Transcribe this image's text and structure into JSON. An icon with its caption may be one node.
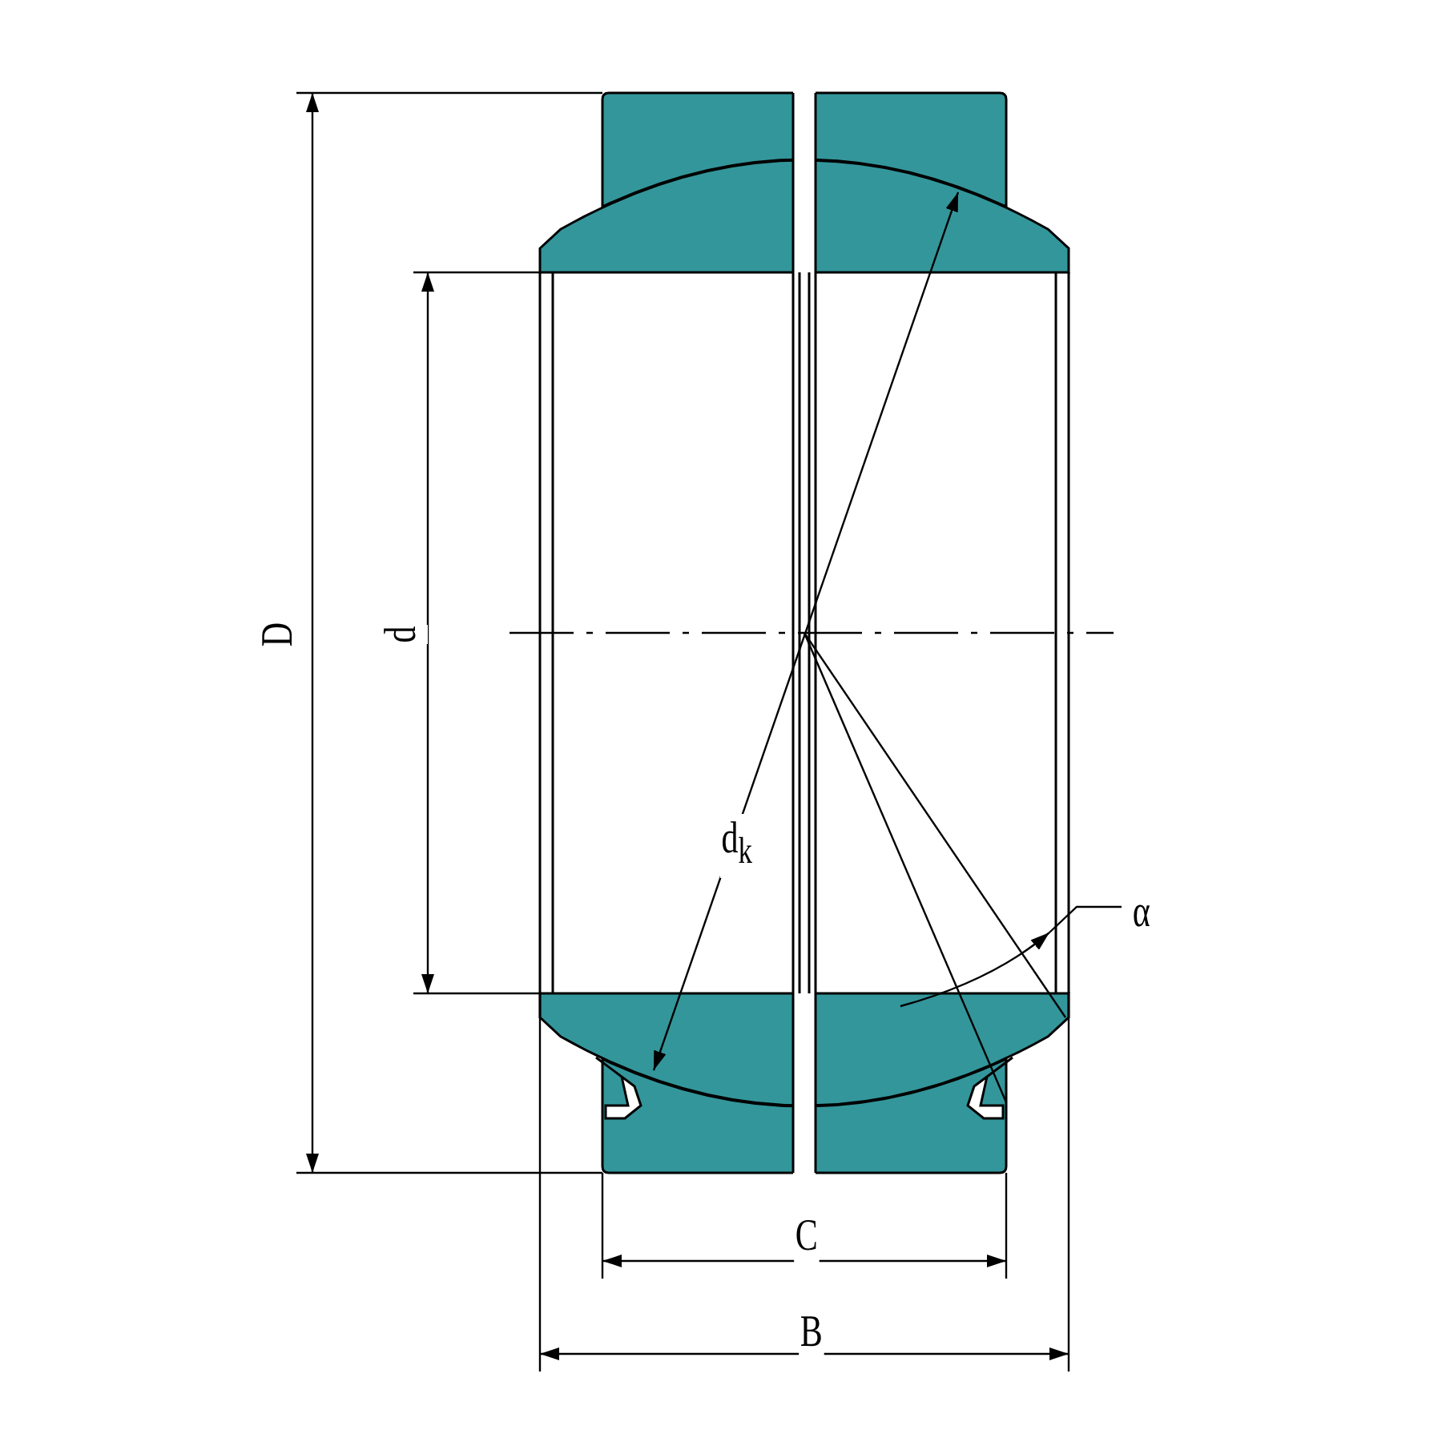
{
  "diagram": {
    "labels": [
      "D",
      "d",
      "d$_{k}$",
      "α",
      "C",
      "B"
    ]
  }
}
